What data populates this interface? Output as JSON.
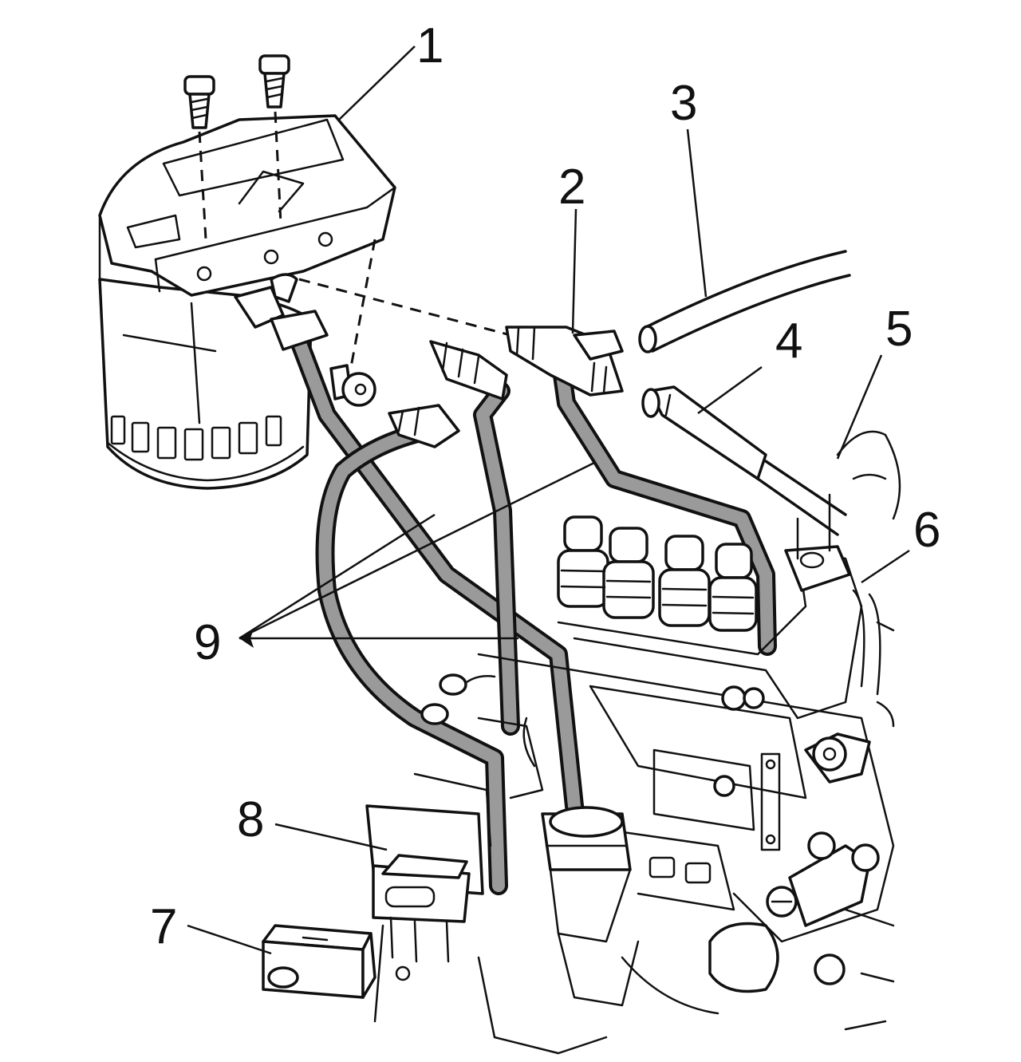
{
  "callouts": [
    {
      "id": "fuel-filter",
      "label": "1"
    },
    {
      "id": "connector",
      "label": "2"
    },
    {
      "id": "hose-3",
      "label": "3"
    },
    {
      "id": "hose-4",
      "label": "4"
    },
    {
      "id": "line-5",
      "label": "5"
    },
    {
      "id": "line-6",
      "label": "6"
    },
    {
      "id": "block-7",
      "label": "7"
    },
    {
      "id": "block-8",
      "label": "8"
    },
    {
      "id": "fuel-lines",
      "label": "9"
    }
  ],
  "colors": {
    "ink": "#111111",
    "fuel_line_fill": "#9a9a9a",
    "background": "#ffffff"
  }
}
